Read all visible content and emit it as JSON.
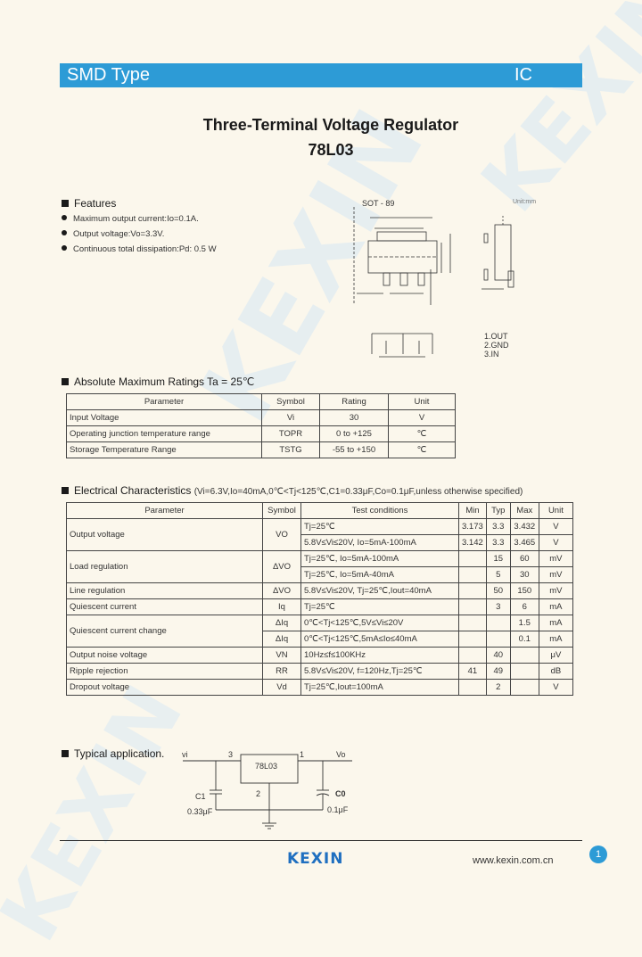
{
  "watermark": "KEXIN",
  "header": {
    "left": "SMD Type",
    "right": "IC"
  },
  "title": {
    "main": "Three-Terminal Voltage Regulator",
    "part": "78L03"
  },
  "features": {
    "heading": "Features",
    "items": [
      "Maximum output current:Io=0.1A.",
      "Output voltage:Vo=3.3V.",
      "Continuous total dissipation:Pd: 0.5 W"
    ]
  },
  "package": {
    "name": "SOT - 89",
    "unit": "Unit:mm",
    "pins": [
      "1.OUT",
      "2.GND",
      "3.IN"
    ]
  },
  "abs_max": {
    "heading": "Absolute Maximum Ratings Ta = 25℃",
    "headers": [
      "Parameter",
      "Symbol",
      "Rating",
      "Unit"
    ],
    "rows": [
      [
        "Input Voltage",
        "Vi",
        "30",
        "V"
      ],
      [
        "Operating junction temperature range",
        "TOPR",
        "0 to +125",
        "℃"
      ],
      [
        "Storage Temperature Range",
        "TSTG",
        "-55 to +150",
        "℃"
      ]
    ]
  },
  "electrical": {
    "heading": "Electrical Characteristics",
    "conditions": "(Vi=6.3V,Io=40mA,0℃<Tj<125℃,C1=0.33μF,Co=0.1μF,unless otherwise specified)",
    "headers": [
      "Parameter",
      "Symbol",
      "Test conditions",
      "Min",
      "Typ",
      "Max",
      "Unit"
    ],
    "output_voltage": {
      "param": "Output voltage",
      "symbol": "VO",
      "rows": [
        [
          "Tj=25℃",
          "3.173",
          "3.3",
          "3.432",
          "V"
        ],
        [
          "5.8V≤Vi≤20V, Io=5mA-100mA",
          "3.142",
          "3.3",
          "3.465",
          "V"
        ]
      ]
    },
    "load_regulation": {
      "param": "Load regulation",
      "symbol": "ΔVO",
      "rows": [
        [
          "Tj=25℃, Io=5mA-100mA",
          "",
          "15",
          "60",
          "mV"
        ],
        [
          "Tj=25℃, Io=5mA-40mA",
          "",
          "5",
          "30",
          "mV"
        ]
      ]
    },
    "line_regulation": [
      "Line regulation",
      "ΔVO",
      "5.8V≤Vi≤20V, Tj=25℃,Iout=40mA",
      "",
      "50",
      "150",
      "mV"
    ],
    "quiescent": [
      "Quiescent current",
      "Iq",
      "Tj=25℃",
      "",
      "3",
      "6",
      "mA"
    ],
    "quiescent_change": {
      "param": "Quiescent current change",
      "symbol": "ΔIq",
      "rows": [
        [
          "0℃<Tj<125℃,5V≤Vi≤20V",
          "",
          "",
          "1.5",
          "mA"
        ],
        [
          "0℃<Tj<125℃,5mA≤Io≤40mA",
          "",
          "",
          "0.1",
          "mA"
        ]
      ]
    },
    "noise": [
      "Output noise voltage",
      "VN",
      "10Hz≤f≤100KHz",
      "",
      "40",
      "",
      "μV"
    ],
    "ripple": [
      "Ripple rejection",
      "RR",
      "5.8V≤Vi≤20V, f=120Hz,Tj=25℃",
      "41",
      "49",
      "",
      "dB"
    ],
    "dropout": [
      "Dropout voltage",
      "Vd",
      "Tj=25℃,Iout=100mA",
      "",
      "2",
      "",
      "V"
    ]
  },
  "application": {
    "heading": "Typical application.",
    "vi": "vi",
    "vo": "Vo",
    "pin_in": "3",
    "pin_out": "1",
    "pin_gnd": "2",
    "ic": "78L03",
    "c1": "C1",
    "c1_val": "0.33μF",
    "c0": "C0",
    "c0_val": "0.1μF"
  },
  "footer": {
    "logo": "KEXIN",
    "url": "www.kexin.com.cn",
    "page": "1"
  }
}
